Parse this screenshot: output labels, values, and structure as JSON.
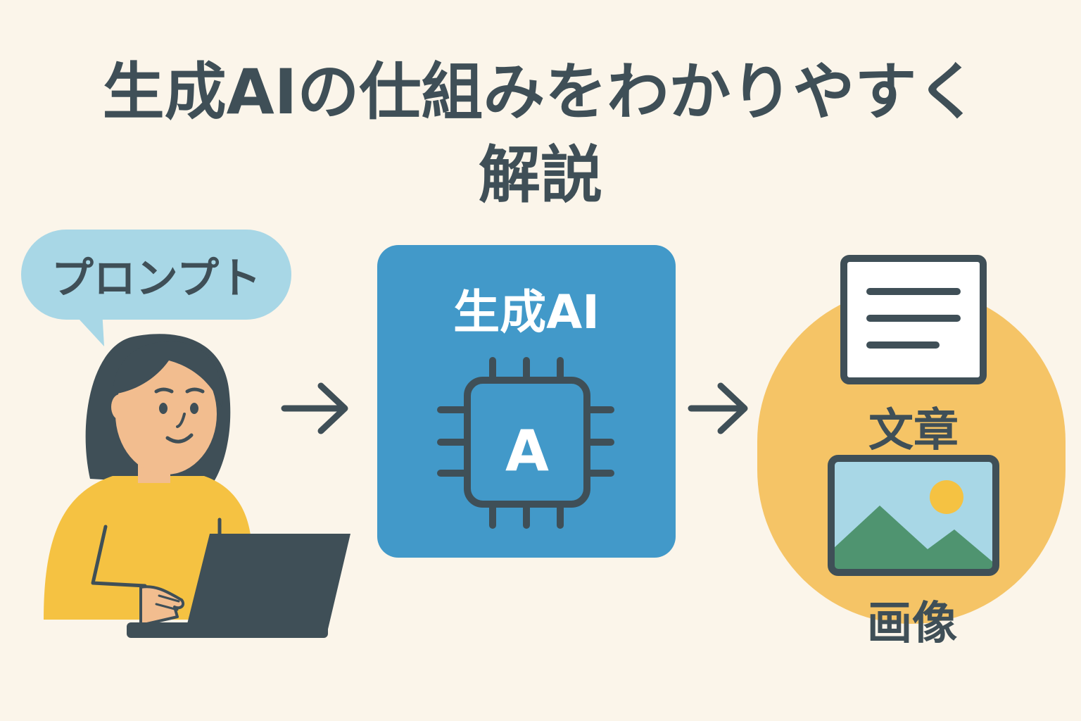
{
  "title": {
    "line1": "生成AIの仕組みをわかりやすく",
    "line2": "解説"
  },
  "prompt_bubble": {
    "label": "プロンプト"
  },
  "ai_box": {
    "label": "生成AI",
    "chip_letter": "A"
  },
  "outputs": {
    "text_label": "文章",
    "image_label": "画像"
  },
  "colors": {
    "background": "#fbf5ea",
    "text": "#3f4f57",
    "bubble": "#a8d7e6",
    "ai_box": "#4299c9",
    "output_pill": "#f5c466",
    "sweater": "#f5c242",
    "skin": "#f2bd8f",
    "mountain": "#4f9470",
    "sky": "#a8d7e6",
    "sun": "#f5c242"
  },
  "icons": [
    "person-icon",
    "laptop-icon",
    "arrow-right-icon",
    "chip-icon",
    "document-icon",
    "image-icon"
  ]
}
